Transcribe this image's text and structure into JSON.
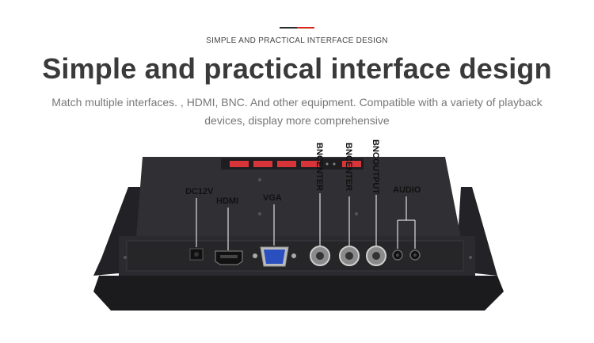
{
  "header": {
    "eyebrow": "SIMPLE AND PRACTICAL INTERFACE DESIGN",
    "title": "Simple and practical interface design",
    "description": "Match multiple interfaces. , HDMI, BNC. And other equipment. Compatible with a variety of playback devices, display more comprehensive"
  },
  "ports": {
    "dc": "DC12V",
    "hdmi": "HDMI",
    "vga": "VGA",
    "bnc_center_1": "BNCENTER",
    "bnc_center_2": "BNCENTER",
    "bnc_output": "BNCOUTPUT",
    "audio": "AUDIO"
  },
  "colors": {
    "accent_red": "#d9261c",
    "accent_dark": "#2a2a2a",
    "device_body": "#2b2b2f",
    "button_red": "#d8353a"
  }
}
